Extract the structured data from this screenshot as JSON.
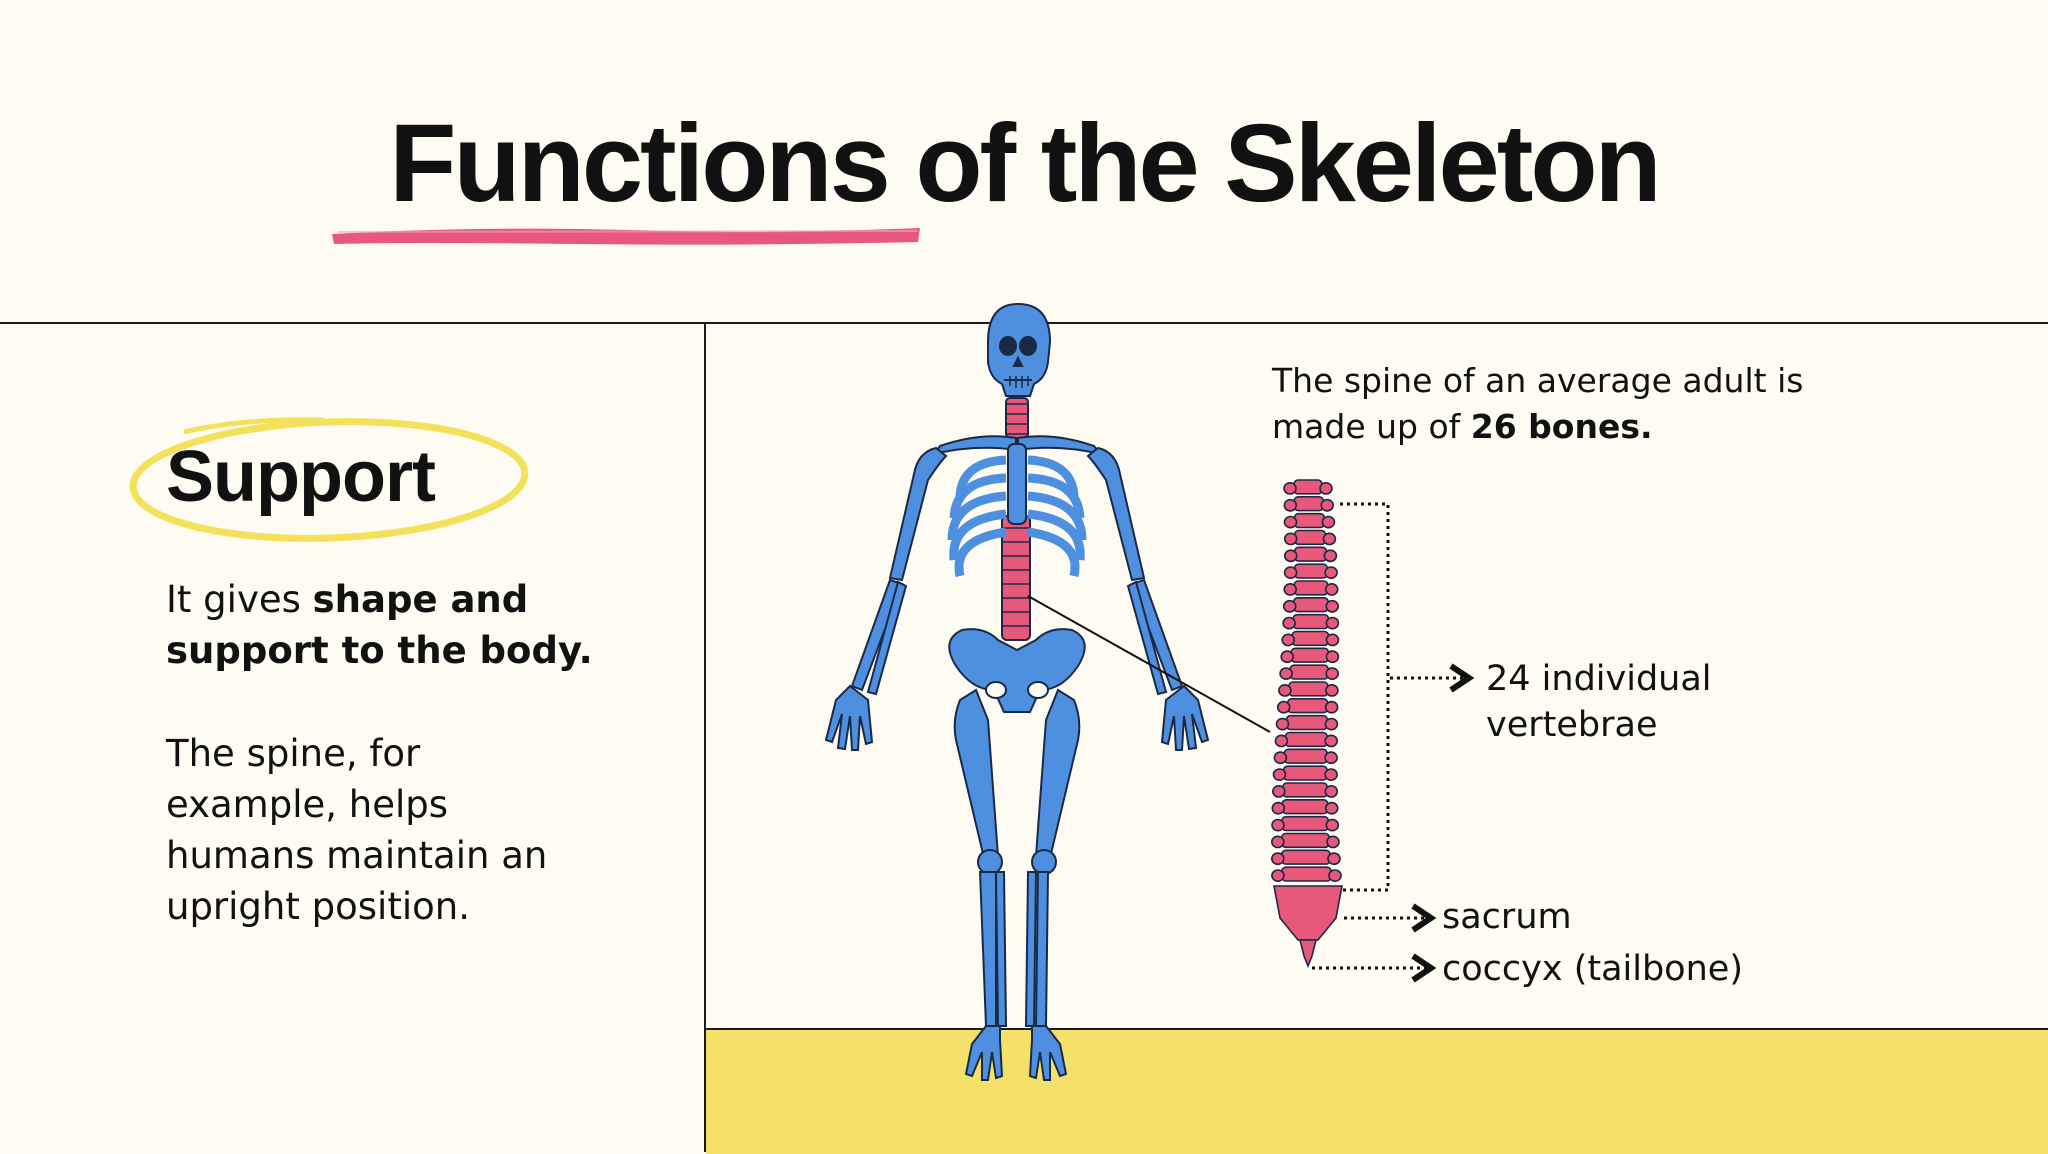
{
  "slide": {
    "title": "Functions of the Skeleton"
  },
  "support": {
    "heading": "Support",
    "intro_plain": "It gives ",
    "intro_bold": "shape and support to the body.",
    "example": "The spine, for example, helps humans maintain an upright position."
  },
  "spine": {
    "fact_plain": "The spine of an average adult is made up of ",
    "fact_bold": "26 bones.",
    "labels": {
      "vertebrae": "24 individual vertebrae",
      "sacrum": "sacrum",
      "coccyx": "coccyx (tailbone)"
    }
  },
  "colors": {
    "background": "#FDFBF2",
    "bone_blue": "#4F8FE0",
    "spine_pink": "#E8587A",
    "accent_yellow": "#F5E16A",
    "underline_pink": "#E8587A",
    "ring_yellow": "#F3E15B"
  },
  "icons": [
    "skeleton-illustration",
    "spine-illustration"
  ]
}
